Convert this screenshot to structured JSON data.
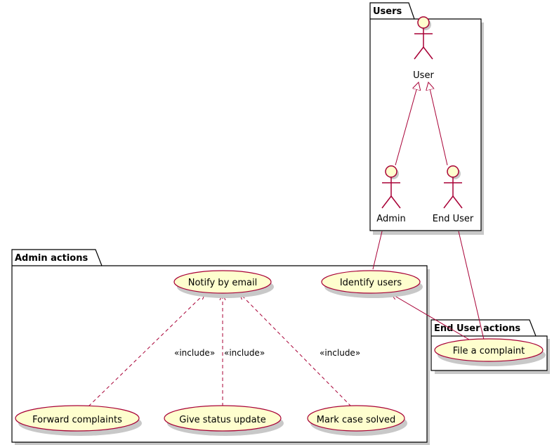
{
  "packages": {
    "users": "Users",
    "admin_actions": "Admin actions",
    "end_user_actions": "End User actions"
  },
  "actors": {
    "user": "User",
    "admin": "Admin",
    "end_user": "End User"
  },
  "use_cases": {
    "notify_by_email": "Notify by email",
    "identify_users": "Identify users",
    "forward_complaints": "Forward complaints",
    "give_status_update": "Give status update",
    "mark_case_solved": "Mark case solved",
    "file_a_complaint": "File a complaint"
  },
  "relations": {
    "include_forward": "«include»",
    "include_status": "«include»",
    "include_solved": "«include»"
  },
  "colors": {
    "line": "#A80036",
    "fill": "#FEFECE",
    "border": "#000000",
    "shadow": "#c8c8c8"
  }
}
